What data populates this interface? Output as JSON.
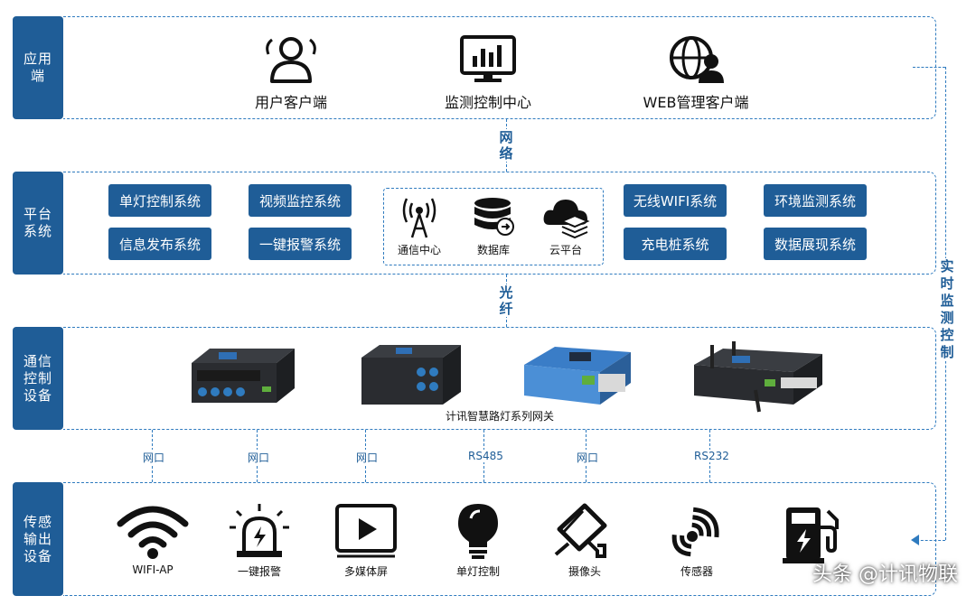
{
  "layers": {
    "app": {
      "label": "应用\n端",
      "items": [
        "用户客户端",
        "监测控制中心",
        "WEB管理客户端"
      ]
    },
    "platform": {
      "label": "平台\n系统",
      "left_systems": [
        "单灯控制系统",
        "视频监控系统",
        "信息发布系统",
        "一键报警系统"
      ],
      "center": [
        "通信中心",
        "数据库",
        "云平台"
      ],
      "right_systems": [
        "无线WIFI系统",
        "环境监测系统",
        "充电桩系统",
        "数据展现系统"
      ]
    },
    "comm": {
      "label": "通信\n控制\n设备",
      "caption": "计讯智慧路灯系列网关"
    },
    "sensing": {
      "label": "传感\n输出\n设备",
      "items": [
        "WIFI-AP",
        "一键报警",
        "多媒体屏",
        "单灯控制",
        "摄像头",
        "传感器"
      ]
    }
  },
  "links": {
    "net": "网\n络",
    "fiber": "光\n纤"
  },
  "side_label": "实\n时\n监\n测\n控\n制",
  "connections": [
    "网口",
    "网口",
    "网口",
    "RS485",
    "网口",
    "RS232"
  ],
  "watermark": "头条 @计讯物联",
  "colors": {
    "primary": "#1f5d97",
    "dash": "#2f7bbf"
  }
}
